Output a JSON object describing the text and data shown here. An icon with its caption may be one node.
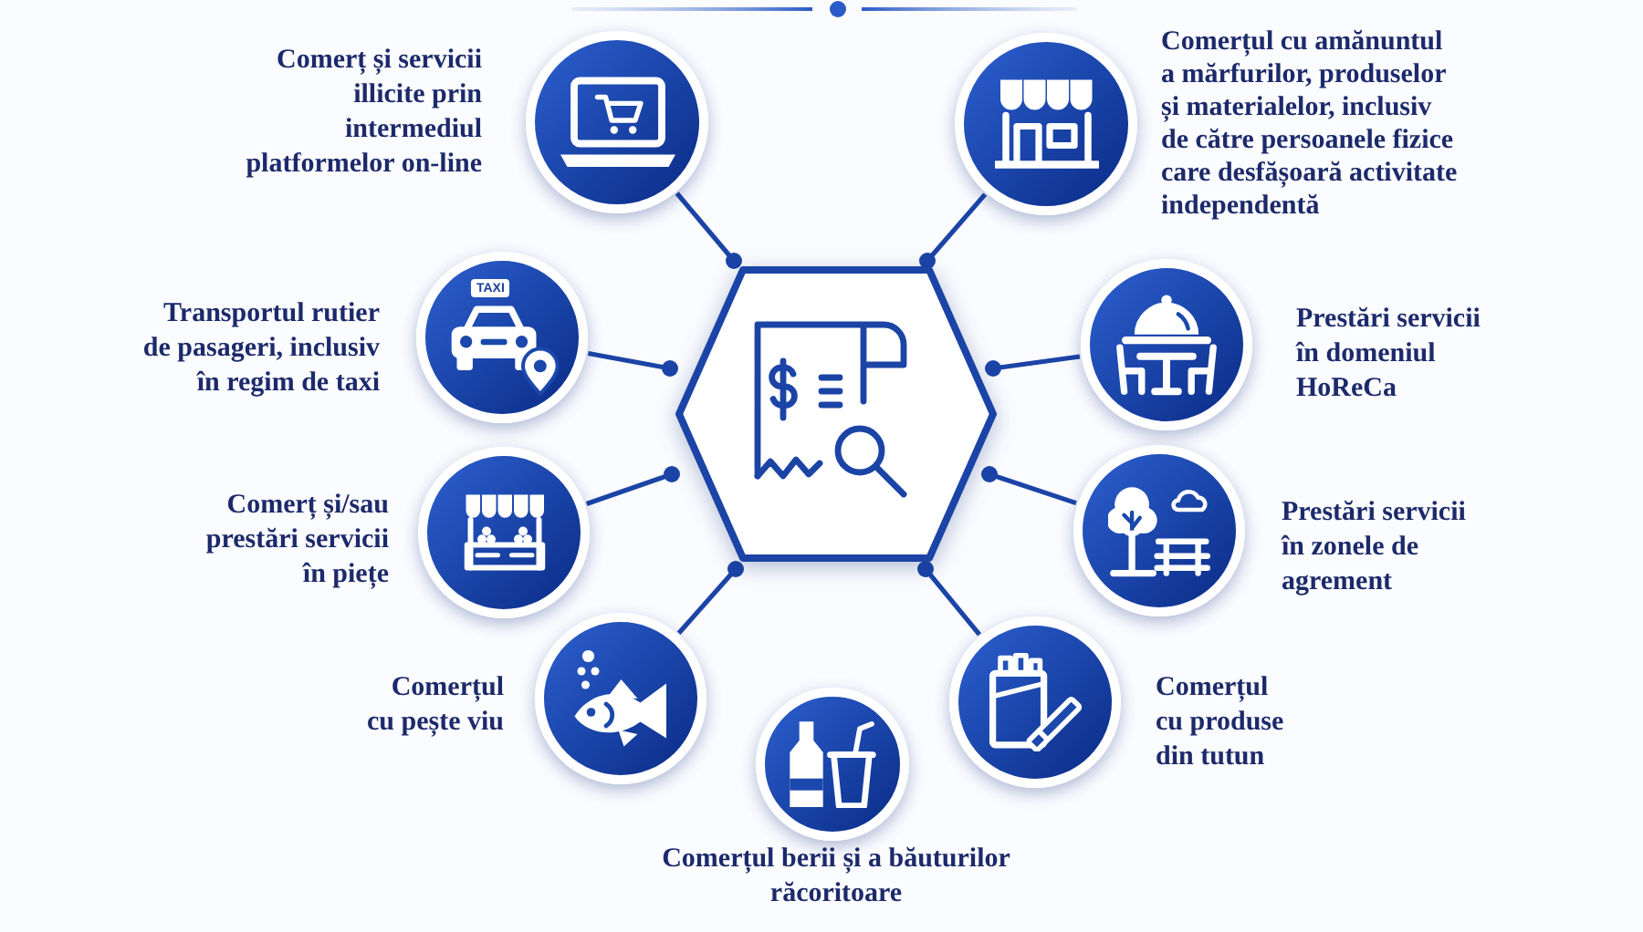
{
  "diagram": {
    "nodes": [
      {
        "text": [],
        "shape": "hexagon"
      },
      {
        "text": [],
        "shape": "circle",
        "beside": [
          "Comerț și servicii illicite prin intermediul platformelor on-line"
        ]
      },
      {
        "text": [],
        "shape": "circle",
        "beside": [
          "Comerțul cu amănuntul a mărfurilor, produselor și materialelor, inclusiv de către persoanele fizice care desfășoară activitate independentă"
        ]
      },
      {
        "text": [],
        "shape": "circle",
        "beside": [
          "Transportul rutier de pasageri, inclusiv în regim de taxi"
        ]
      },
      {
        "text": [],
        "shape": "circle",
        "beside": [
          "Prestări servicii în domeniul HoReCa"
        ]
      },
      {
        "text": [],
        "shape": "circle",
        "beside": [
          "Comerț și/sau prestări servicii în piețe"
        ]
      },
      {
        "text": [],
        "shape": "circle",
        "beside": [
          "Prestări servicii în zonele de agrement"
        ]
      },
      {
        "text": [],
        "shape": "circle",
        "beside": [
          "Comerțul cu pește viu"
        ]
      },
      {
        "text": [],
        "shape": "circle",
        "beside": [
          "Comerțul cu produse din tutun"
        ]
      },
      {
        "text": [],
        "shape": "circle",
        "beside": [
          "Comerțul berii și a băuturilor răcoritoare"
        ]
      }
    ],
    "edges": [
      {
        "from": 0,
        "to": 1,
        "arrow": "other"
      },
      {
        "from": 0,
        "to": 2,
        "arrow": "other"
      },
      {
        "from": 0,
        "to": 3,
        "arrow": "other"
      },
      {
        "from": 0,
        "to": 4,
        "arrow": "other"
      },
      {
        "from": 0,
        "to": 5,
        "arrow": "other"
      },
      {
        "from": 0,
        "to": 6,
        "arrow": "other"
      },
      {
        "from": 0,
        "to": 7,
        "arrow": "other"
      },
      {
        "from": 0,
        "to": 8,
        "arrow": "other"
      }
    ],
    "labels": [
      "TAXI"
    ]
  }
}
